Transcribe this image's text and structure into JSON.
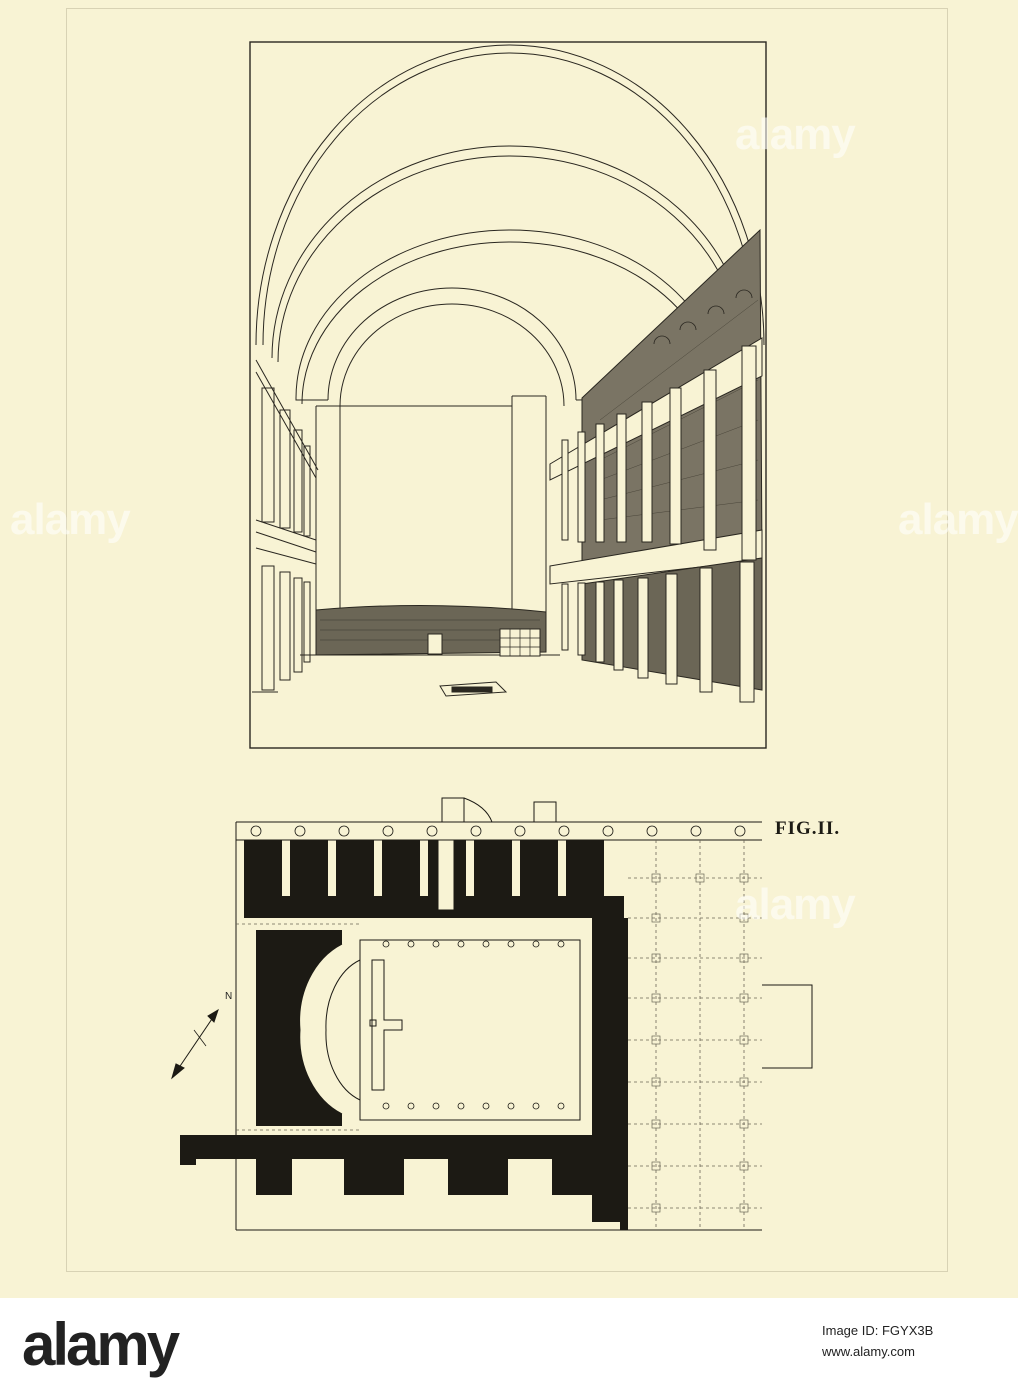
{
  "figure": {
    "label": "FIG.II."
  },
  "compass": {
    "letter": "N"
  },
  "watermark": {
    "text": "alamy"
  },
  "footer": {
    "logo_text": "alamy",
    "image_id": "Image ID: FGYX3B",
    "url": "www.alamy.com"
  },
  "colors": {
    "paper": "#f8f3d4",
    "ink": "#1c1a14",
    "footer": "#ffffff"
  },
  "icons": [
    "compass-arrow-icon",
    "alamy-logo"
  ]
}
